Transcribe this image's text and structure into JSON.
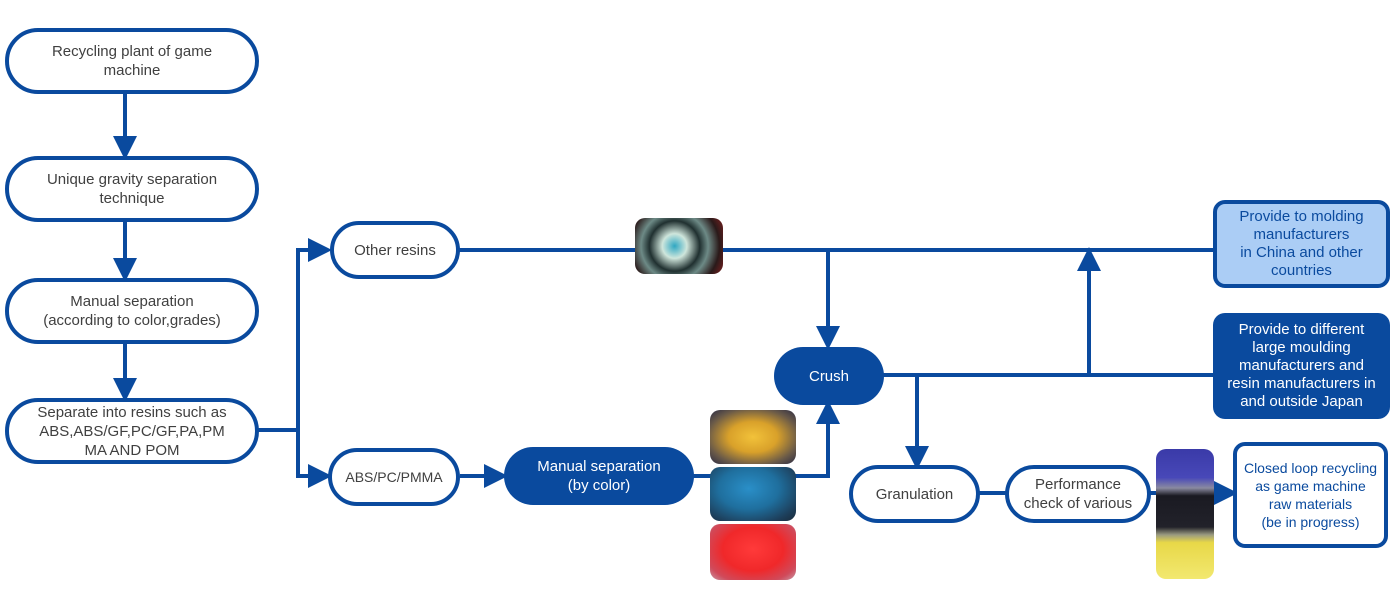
{
  "diagram": {
    "title": "Game machine plastic recycling flow",
    "accent_color": "#0a4a9e",
    "light_box_color": "#abcdf5",
    "nodes": {
      "recycling_plant": "Recycling plant of game\nmachine",
      "gravity_separation": "Unique gravity separation\ntechnique",
      "manual_separation_grades": "Manual separation\n(according to color,grades)",
      "separate_resins": "Separate into resins such as\nABS,ABS/GF,PC/GF,PA,PM\nMA AND POM",
      "other_resins": "Other resins",
      "abs_pc_pmma": "ABS/PC/PMMA",
      "manual_separation_color": "Manual separation\n(by color)",
      "crush": "Crush",
      "granulation": "Granulation",
      "performance_check": "Performance\ncheck of various",
      "provide_china": "Provide to molding\nmanufacturers\nin China and other\ncountries",
      "provide_japan": "Provide to different\nlarge moulding\nmanufacturers and\nresin manufacturers in\nand outside Japan",
      "closed_loop": "Closed loop recycling\nas game machine\nraw materials\n(be in progress)"
    },
    "photos": {
      "mixed_resin_flakes": "mixed-resin-flakes-photo",
      "yellow_flakes": "yellow-flakes-photo",
      "blue_flakes": "blue-flakes-photo",
      "red_flakes": "red-flakes-photo",
      "pellet_jars": "pellet-jars-photo"
    }
  }
}
